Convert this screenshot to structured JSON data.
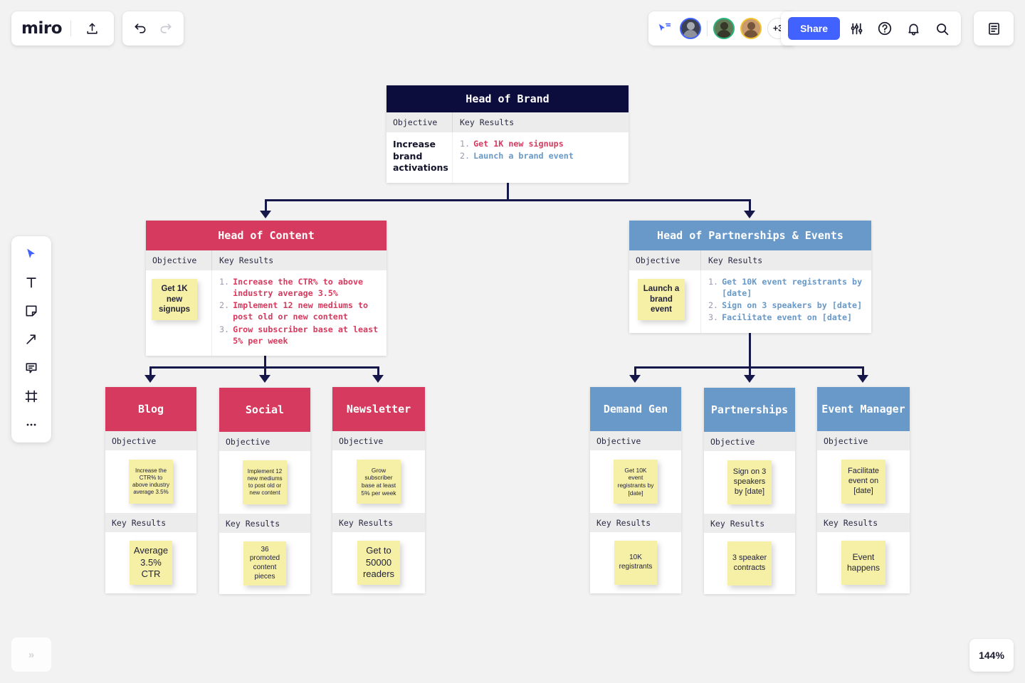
{
  "app": {
    "brand": "miro",
    "zoom_level": "144%",
    "expand_label": "»"
  },
  "toolbar_top_left": {
    "items": [
      {
        "name": "upload-icon",
        "label": "Upload"
      },
      {
        "name": "undo-icon",
        "label": "Undo"
      },
      {
        "name": "redo-icon",
        "label": "Redo"
      }
    ]
  },
  "collaborators": {
    "overflow_count": "+3",
    "avatars": [
      "user-1",
      "user-2",
      "user-3"
    ]
  },
  "toolbar_top_right": {
    "share_label": "Share",
    "items": [
      {
        "name": "settings-sliders-icon",
        "label": "Settings"
      },
      {
        "name": "help-icon",
        "label": "Help"
      },
      {
        "name": "notifications-bell-icon",
        "label": "Notifications"
      },
      {
        "name": "search-icon",
        "label": "Search"
      },
      {
        "name": "notes-panel-icon",
        "label": "Notes"
      }
    ]
  },
  "tool_rail": {
    "items": [
      {
        "name": "select-cursor-tool",
        "label": "Select"
      },
      {
        "name": "text-tool",
        "label": "Text"
      },
      {
        "name": "sticky-note-tool",
        "label": "Sticky note"
      },
      {
        "name": "connector-arrow-tool",
        "label": "Connector"
      },
      {
        "name": "comment-tool",
        "label": "Comment"
      },
      {
        "name": "frame-tool",
        "label": "Frame"
      },
      {
        "name": "more-tools",
        "label": "More"
      }
    ]
  },
  "colors": {
    "navy": "#0d0d3d",
    "red": "#d63a5e",
    "blue": "#6899c9",
    "sticky": "#f6f0a6",
    "accent": "#4262ff",
    "connector": "#16184a"
  },
  "labels": {
    "objective": "Objective",
    "key_results": "Key Results"
  },
  "diagram": {
    "root": {
      "title": "Head of Brand",
      "objective": "Increase brand activations",
      "key_results": [
        {
          "num": "1.",
          "text": "Get 1K new signups",
          "color": "red"
        },
        {
          "num": "2.",
          "text": "Launch a brand event",
          "color": "blue"
        }
      ]
    },
    "branches": [
      {
        "title": "Head of Content",
        "objective_sticky": "Get 1K new signups",
        "key_results": [
          {
            "num": "1.",
            "text": "Increase the CTR% to above industry average 3.5%",
            "color": "red"
          },
          {
            "num": "2.",
            "text": "Implement 12 new mediums to post old or new content",
            "color": "red"
          },
          {
            "num": "3.",
            "text": "Grow subscriber base at least 5% per week",
            "color": "red"
          }
        ]
      },
      {
        "title": "Head of Partnerships & Events",
        "objective_sticky": "Launch a brand event",
        "key_results": [
          {
            "num": "1.",
            "text": "Get 10K event registrants by [date]",
            "color": "blue"
          },
          {
            "num": "2.",
            "text": "Sign on 3 speakers by [date]",
            "color": "blue"
          },
          {
            "num": "3.",
            "text": "Facilitate event on [date]",
            "color": "blue"
          }
        ]
      }
    ],
    "leaves": [
      {
        "title": "Blog",
        "objective": "Increase the CTR% to above industry average 3.5%",
        "key_result": "Average 3.5% CTR"
      },
      {
        "title": "Social",
        "objective": "Implement 12 new mediums to post old or new content",
        "key_result": "36 promoted content pieces"
      },
      {
        "title": "Newsletter",
        "objective": "Grow subscriber base at least 5% per week",
        "key_result": "Get to 50000 readers"
      },
      {
        "title": "Demand Gen",
        "objective": "Get 10K event registrants by [date]",
        "key_result": "10K registrants"
      },
      {
        "title": "Partnerships",
        "objective": "Sign on 3 speakers by [date]",
        "key_result": "3 speaker contracts"
      },
      {
        "title": "Event Manager",
        "objective": "Facilitate event on [date]",
        "key_result": "Event happens"
      }
    ]
  }
}
